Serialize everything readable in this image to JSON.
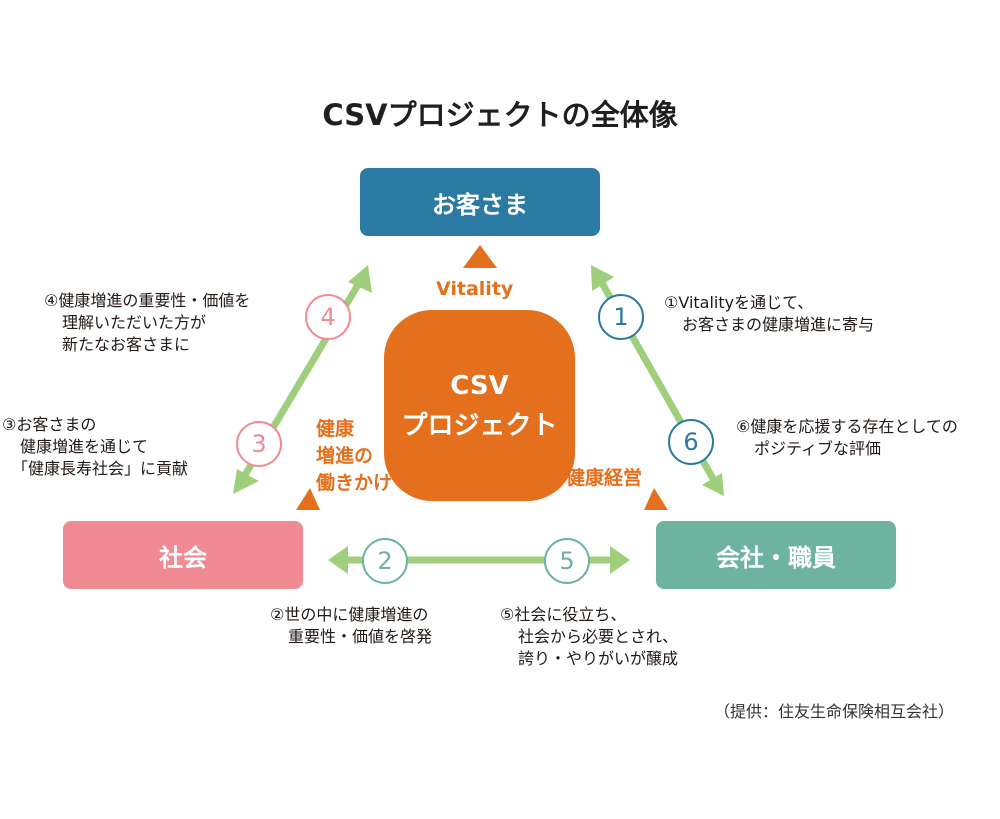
{
  "title": "CSVプロジェクトの全体像",
  "nodes": {
    "customers": "お客さま",
    "society": "社会",
    "company": "会社・職員",
    "center_line1": "CSV",
    "center_line2": "プロジェクト"
  },
  "center_labels": {
    "vitality": "Vitality",
    "health_promotion_line1": "健康",
    "health_promotion_line2": "増進の",
    "health_promotion_line3": "働きかけ",
    "health_management": "健康経営"
  },
  "numbers": [
    "1",
    "2",
    "3",
    "4",
    "5",
    "6"
  ],
  "descriptions": {
    "n1": [
      "①Vitalityを通じて、",
      "お客さまの健康増進に寄与"
    ],
    "n2": [
      "②世の中に健康増進の",
      "重要性・価値を啓発"
    ],
    "n3": [
      "③お客さまの",
      "健康増進を通じて",
      "「健康長寿社会」に貢献"
    ],
    "n4": [
      "④健康増進の重要性・価値を",
      "理解いただいた方が",
      "新たなお客さまに"
    ],
    "n5": [
      "⑤社会に役立ち、",
      "社会から必要とされ、",
      "誇り・やりがいが醸成"
    ],
    "n6": [
      "⑥健康を応援する存在としての",
      "ポジティブな評価"
    ]
  },
  "credit": "（提供：住友生命保険相互会社）",
  "colors": {
    "customers": "#2b7aa3",
    "society": "#f08b94",
    "company": "#6db3a0",
    "center": "#e4701e",
    "arrow": "#9fcf7d"
  }
}
